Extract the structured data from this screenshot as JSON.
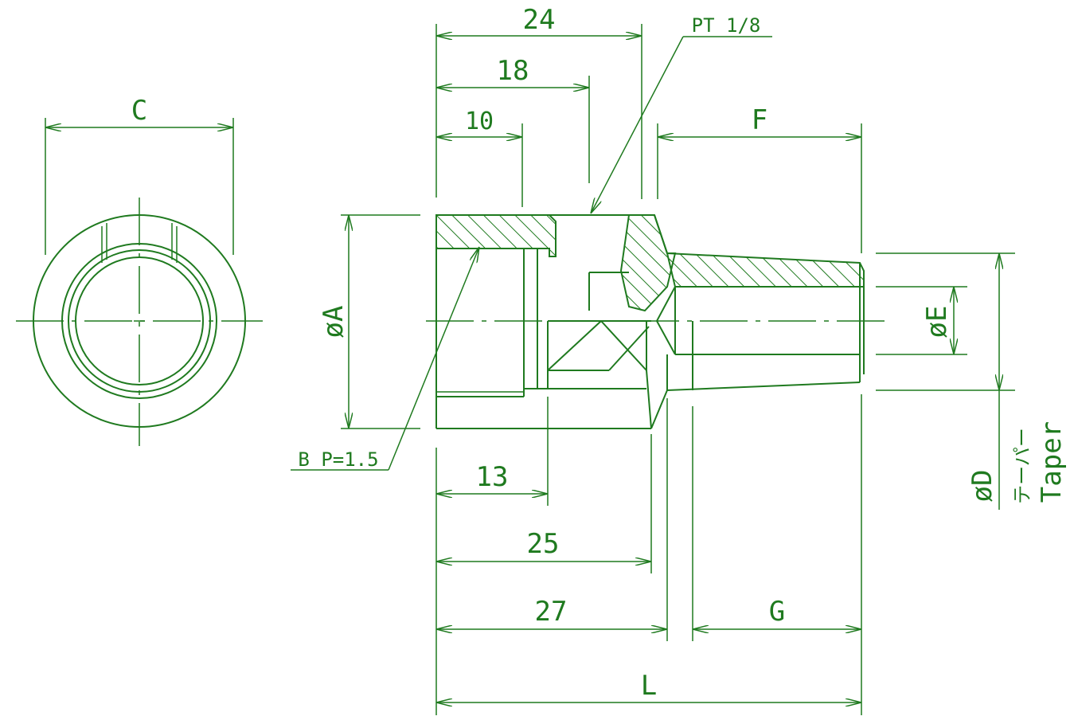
{
  "colors": {
    "line": "#1f7a1f",
    "background": "#ffffff"
  },
  "dimensions": {
    "c": "C",
    "d24": "24",
    "d18": "18",
    "d10": "10",
    "pt": "PT 1/8",
    "f": "F",
    "dia_a": "øA",
    "dia_e": "øE",
    "dia_d": "øD",
    "bp": "B P=1.5",
    "d13": "13",
    "d25": "25",
    "d27": "27",
    "g": "G",
    "l": "L",
    "taper_jp": "テーパー",
    "taper_en": "Taper"
  }
}
